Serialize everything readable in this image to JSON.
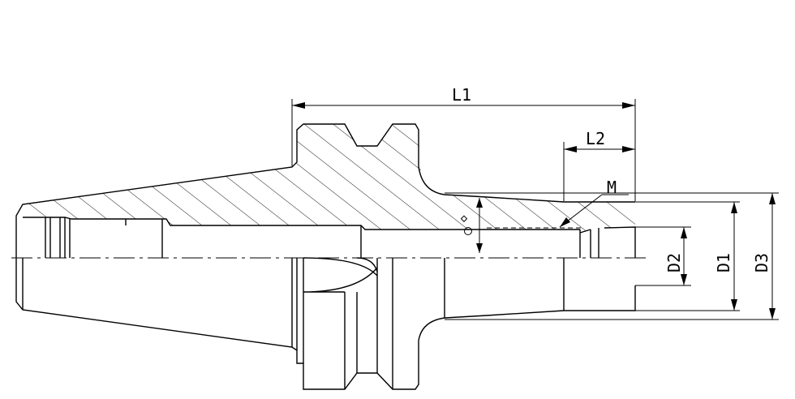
{
  "drawing": {
    "labels": {
      "L1": "L1",
      "L2": "L2",
      "M": "M",
      "D1": "D1",
      "D2": "D2",
      "D3": "D3"
    }
  }
}
